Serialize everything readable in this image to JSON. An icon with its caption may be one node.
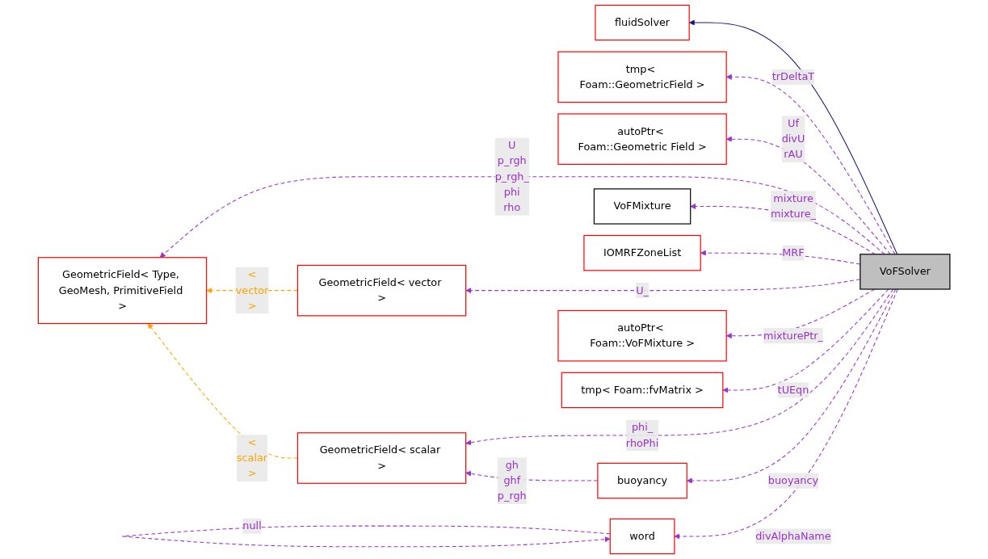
{
  "diagram": {
    "nodes": [
      {
        "text": [
          "fluidSolver"
        ]
      },
      {
        "text": [
          "tmp< Foam::GeometricField >"
        ]
      },
      {
        "text": [
          "autoPtr< Foam::Geometric Field >"
        ]
      },
      {
        "text": [
          "GeometricField< Type, GeoMesh, PrimitiveField >"
        ]
      },
      {
        "text": [
          "GeometricField< vector >"
        ]
      },
      {
        "text": [
          "GeometricField< scalar >"
        ]
      },
      {
        "text": [
          "VoFSolver"
        ]
      },
      {
        "text": [
          "buoyancy"
        ]
      },
      {
        "text": [
          "VoFMixture"
        ]
      },
      {
        "text": [
          "IOMRFZoneList"
        ]
      },
      {
        "text": [
          "word"
        ]
      },
      {
        "text": [
          "autoPtr< Foam::VoFMixture >"
        ]
      },
      {
        "text": [
          "tmp< Foam::fvMatrix >"
        ]
      }
    ],
    "edges": [
      {
        "from": 6,
        "to": 0,
        "arrow": "to",
        "color": "#191970"
      },
      {
        "from": 6,
        "to": 1,
        "arrow": "to",
        "label": "trDeltaT",
        "style": "dashed"
      },
      {
        "from": 6,
        "to": 2,
        "arrow": "to",
        "label": "Uf divU rAU",
        "style": "dashed"
      },
      {
        "from": 6,
        "to": 3,
        "arrow": "to",
        "label": "U p_rgh p_rgh_ phi rho",
        "style": "dashed"
      },
      {
        "from": 4,
        "to": 3,
        "arrow": "to",
        "label": "< vector >",
        "style": "dashed",
        "color": "#ffa500"
      },
      {
        "from": 5,
        "to": 3,
        "arrow": "to",
        "label": "< scalar >",
        "style": "dashed",
        "color": "#ffa500"
      },
      {
        "from": 6,
        "to": 4,
        "arrow": "to",
        "label": "U_",
        "style": "dashed"
      },
      {
        "from": 6,
        "to": 5,
        "arrow": "to",
        "label": "phi_ rhoPhi",
        "style": "dashed"
      },
      {
        "from": 7,
        "to": 5,
        "arrow": "to",
        "label": "gh ghf p_rgh",
        "style": "dashed"
      },
      {
        "from": 6,
        "to": 7,
        "arrow": "to",
        "label": "buoyancy",
        "style": "dashed"
      },
      {
        "from": 6,
        "to": 8,
        "arrow": "to",
        "label": "mixture mixture_",
        "style": "dashed"
      },
      {
        "from": 6,
        "to": 9,
        "arrow": "to",
        "label": "MRF",
        "style": "dashed"
      },
      {
        "from": 6,
        "to": 10,
        "arrow": "to",
        "label": "divAlphaName",
        "style": "dashed"
      },
      {
        "from": 10,
        "to": 10,
        "arrow": "to",
        "label": "null",
        "style": "dashed"
      },
      {
        "from": 6,
        "to": 11,
        "arrow": "to",
        "label": "mixturePtr_",
        "style": "dashed"
      },
      {
        "from": 6,
        "to": 12,
        "arrow": "to",
        "label": "tUEqn",
        "style": "dashed"
      }
    ]
  }
}
